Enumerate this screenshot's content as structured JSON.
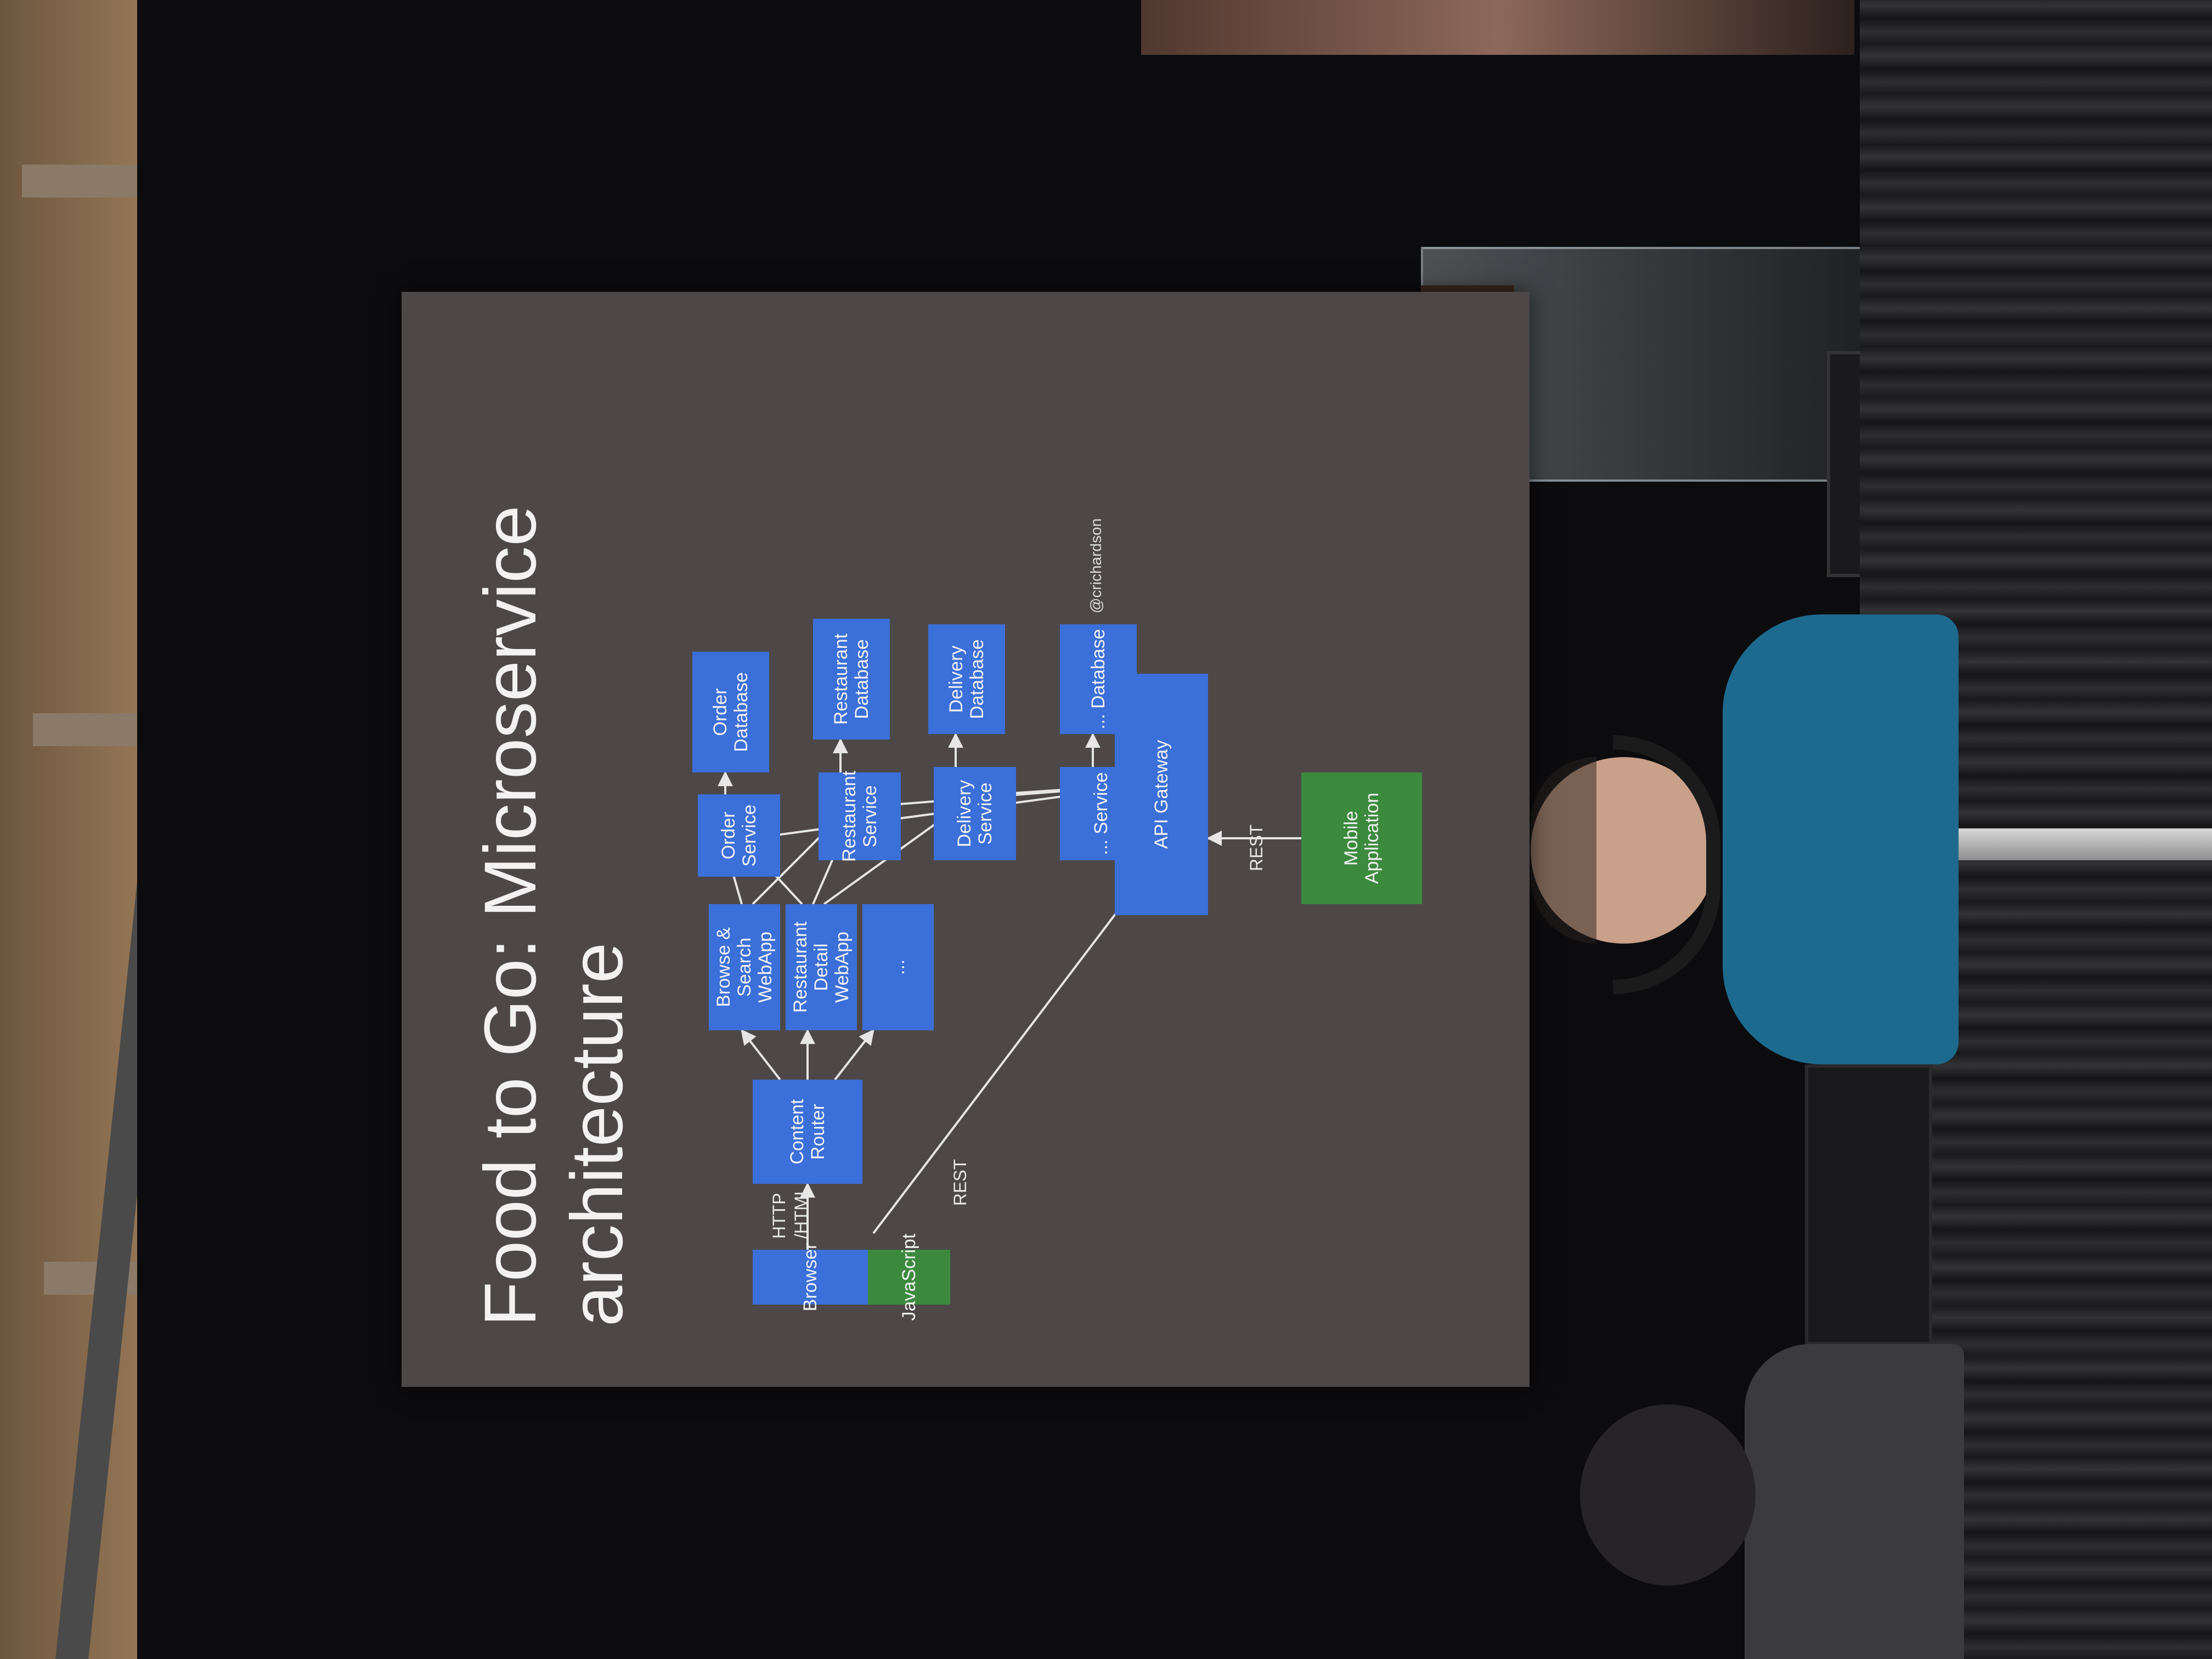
{
  "slide": {
    "title_line1": "Food to Go: Microservice",
    "title_line2": "architecture",
    "credit": "@crichardson",
    "boxes": {
      "browser": "Browser",
      "javascript": "JavaScript",
      "content_router": "Content Router",
      "browse_search_webapp": "Browse & Search WebApp",
      "restaurant_detail_webapp": "Restaurant Detail WebApp",
      "ellipsis_webapp": "...",
      "order_service": "Order Service",
      "restaurant_service": "Restaurant Service",
      "delivery_service": "Delivery Service",
      "ellipsis_service": "... Service",
      "order_database": "Order Database",
      "restaurant_database": "Restaurant Database",
      "delivery_database": "Delivery Database",
      "ellipsis_database": "... Database",
      "api_gateway": "API Gateway",
      "mobile_application": "Mobile Application"
    },
    "labels": {
      "http": "HTTP",
      "html": "/HTML",
      "rest_js": "REST",
      "rest_mobile": "REST"
    },
    "colors": {
      "box_blue": "#3b6fd9",
      "box_green": "#3c8a3e",
      "slide_bg": "#4d4847"
    }
  }
}
